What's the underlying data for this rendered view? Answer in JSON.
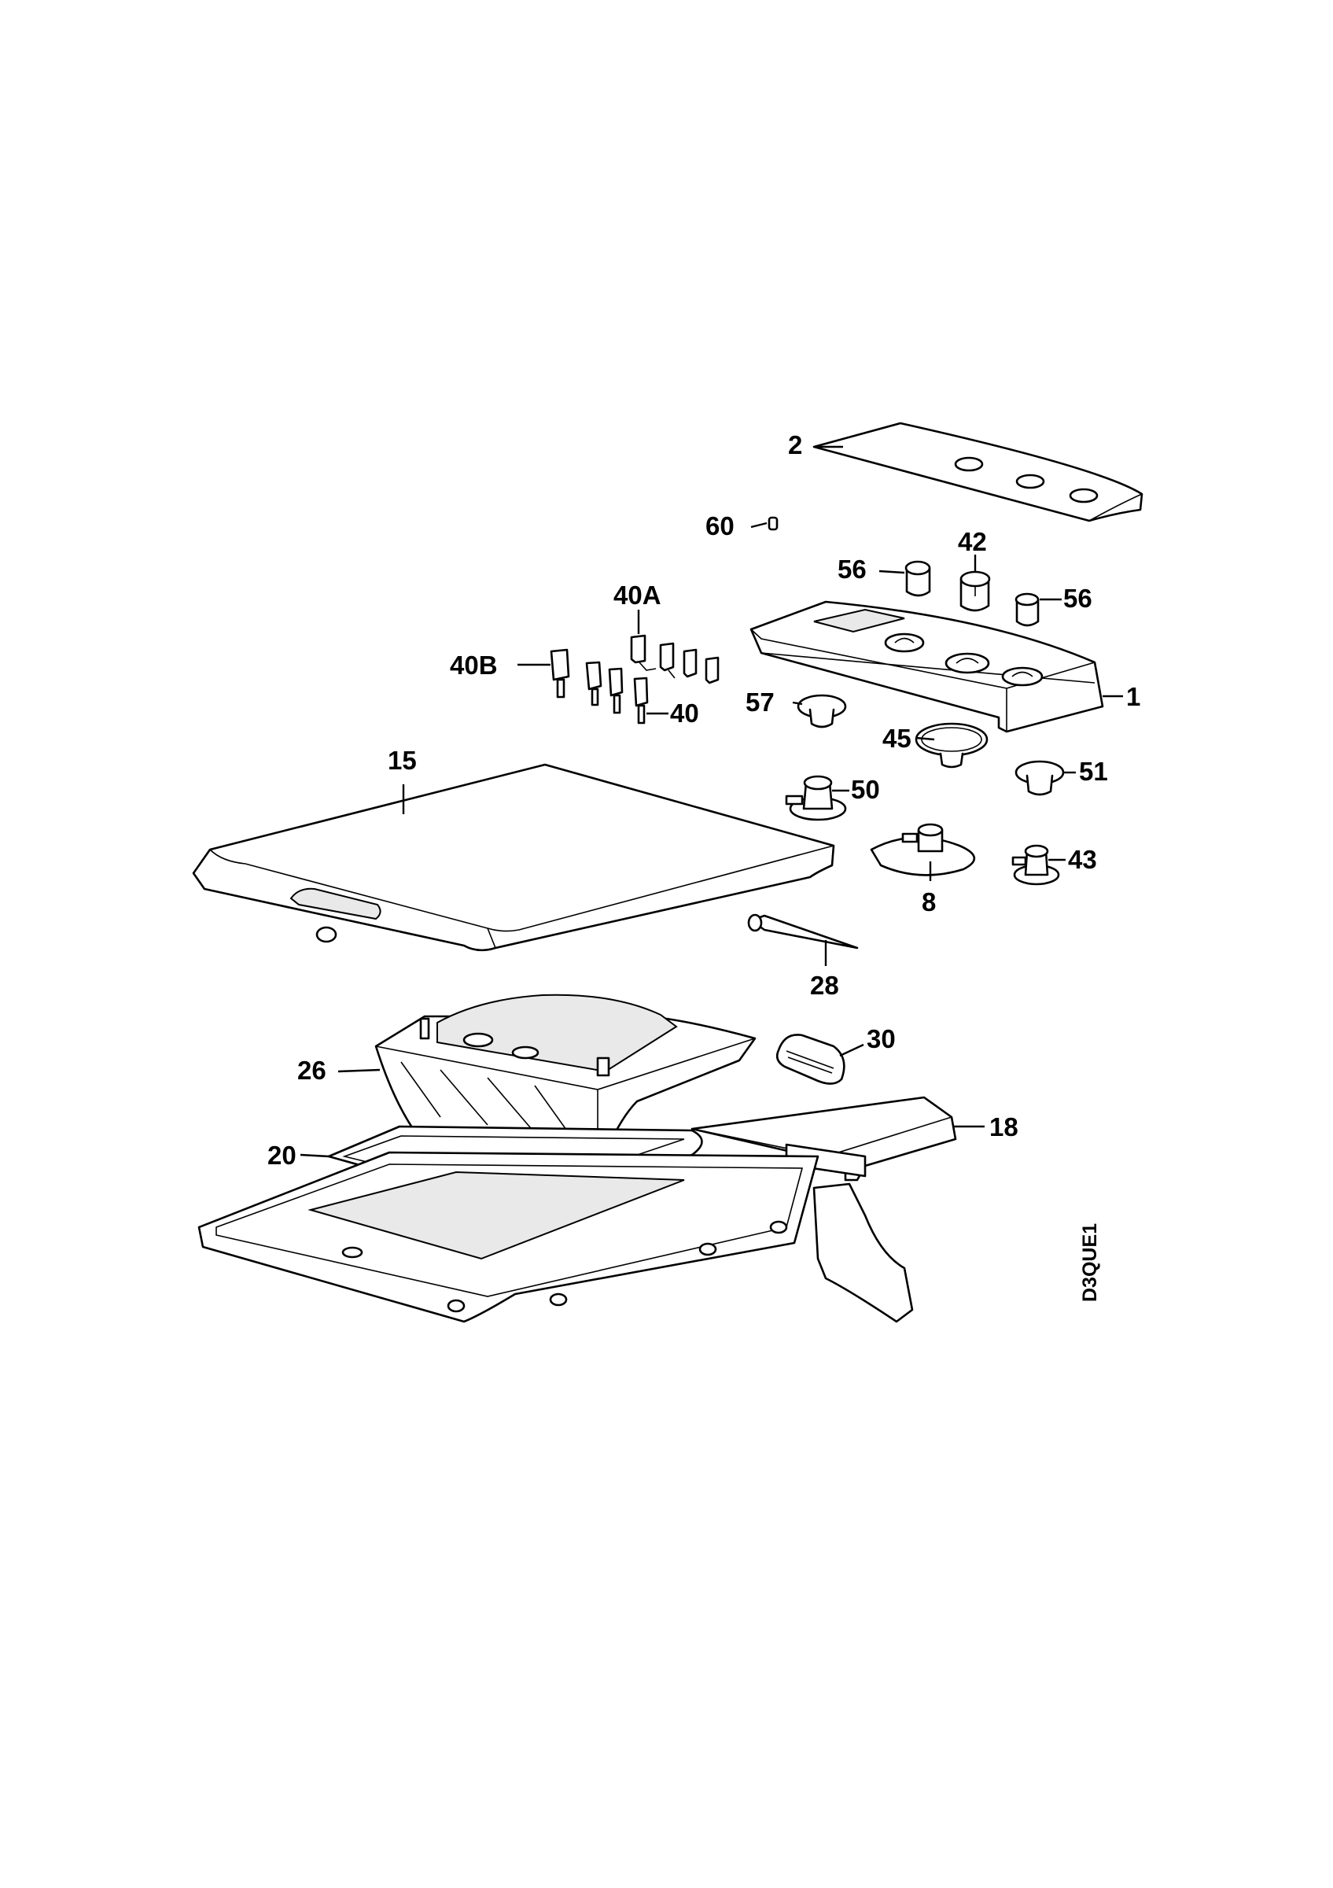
{
  "diagram": {
    "drawing_code": "D3QUE1",
    "callouts": [
      {
        "id": "c-2",
        "label": "2"
      },
      {
        "id": "c-60",
        "label": "60"
      },
      {
        "id": "c-42",
        "label": "42"
      },
      {
        "id": "c-56a",
        "label": "56"
      },
      {
        "id": "c-56b",
        "label": "56"
      },
      {
        "id": "c-40a",
        "label": "40A"
      },
      {
        "id": "c-40b",
        "label": "40B"
      },
      {
        "id": "c-40",
        "label": "40"
      },
      {
        "id": "c-1",
        "label": "1"
      },
      {
        "id": "c-57",
        "label": "57"
      },
      {
        "id": "c-45",
        "label": "45"
      },
      {
        "id": "c-51",
        "label": "51"
      },
      {
        "id": "c-15",
        "label": "15"
      },
      {
        "id": "c-50",
        "label": "50"
      },
      {
        "id": "c-43",
        "label": "43"
      },
      {
        "id": "c-8",
        "label": "8"
      },
      {
        "id": "c-28",
        "label": "28"
      },
      {
        "id": "c-30",
        "label": "30"
      },
      {
        "id": "c-26",
        "label": "26"
      },
      {
        "id": "c-18",
        "label": "18"
      },
      {
        "id": "c-20",
        "label": "20"
      }
    ]
  }
}
